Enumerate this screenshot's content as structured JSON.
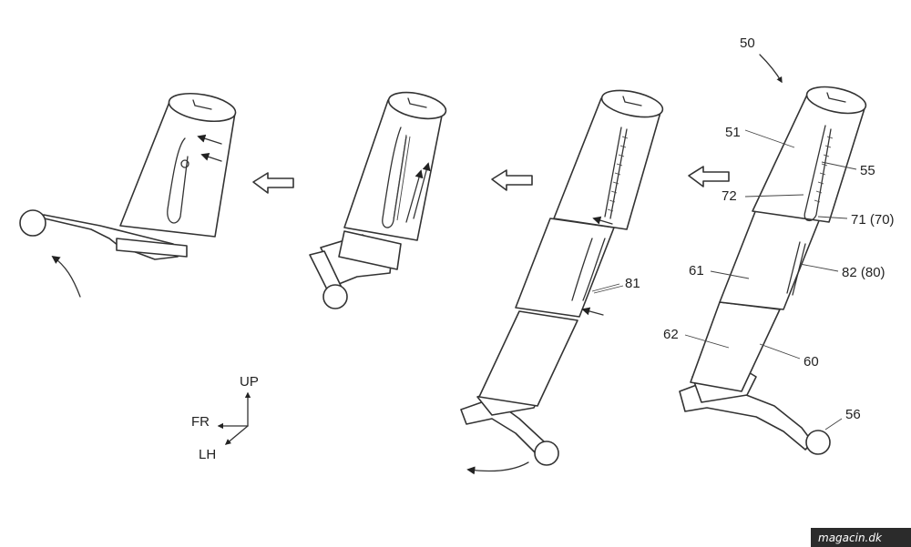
{
  "figure": {
    "labels": {
      "l50": "50",
      "l51": "51",
      "l55": "55",
      "l72": "72",
      "l71": "71 (70)",
      "l61": "61",
      "l82": "82 (80)",
      "l62": "62",
      "l60": "60",
      "l56": "56",
      "l81": "81"
    },
    "axes": {
      "up": "UP",
      "fr": "FR",
      "lh": "LH"
    },
    "watermark": "magacin.dk"
  }
}
